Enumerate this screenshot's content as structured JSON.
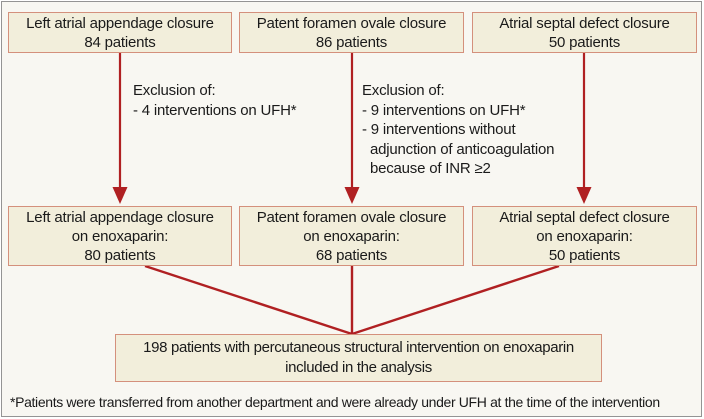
{
  "palette": {
    "background": "#f8f7f2",
    "box_fill": "#f2eedb",
    "box_border": "#d4907c",
    "connector_red": "#b02022",
    "frame_border": "#949494",
    "text": "#1a1a1a"
  },
  "flow": {
    "top_row": [
      {
        "id": "laac-total",
        "lines": [
          "Left atrial appendage closure",
          "84 patients"
        ]
      },
      {
        "id": "pfo-total",
        "lines": [
          "Patent foramen ovale closure",
          "86 patients"
        ]
      },
      {
        "id": "asd-total",
        "lines": [
          "Atrial septal defect closure",
          "50 patients"
        ]
      }
    ],
    "exclusions": [
      {
        "id": "laac-exclusion",
        "lines": [
          "Exclusion of:",
          "- 4 interventions on UFH*"
        ]
      },
      {
        "id": "pfo-exclusion",
        "lines": [
          "Exclusion of:",
          "- 9 interventions on UFH*",
          "- 9 interventions without",
          "  adjunction of anticoagulation",
          "  because of INR ≥2"
        ]
      }
    ],
    "middle_row": [
      {
        "id": "laac-enoxaparin",
        "lines": [
          "Left atrial appendage closure",
          "on enoxaparin:",
          "80 patients"
        ]
      },
      {
        "id": "pfo-enoxaparin",
        "lines": [
          "Patent foramen ovale closure",
          "on enoxaparin:",
          "68 patients"
        ]
      },
      {
        "id": "asd-enoxaparin",
        "lines": [
          "Atrial septal defect closure",
          "on enoxaparin:",
          "50 patients"
        ]
      }
    ],
    "result_box": {
      "lines": [
        "198 patients with percutaneous structural intervention on enoxaparin",
        "included in the analysis"
      ]
    },
    "footnote": "*Patients were transferred from another department and were already under UFH at the time of the intervention"
  }
}
